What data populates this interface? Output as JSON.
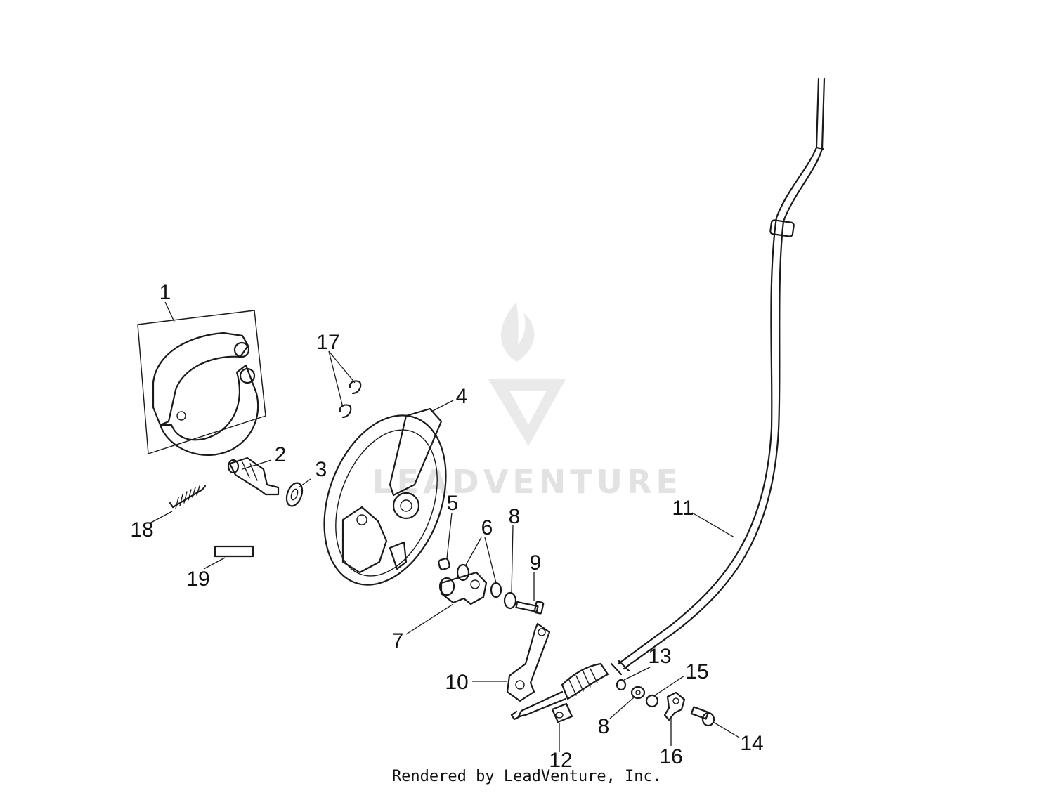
{
  "watermark": {
    "brand": "LEADVENTURE"
  },
  "callouts": [
    "1",
    "2",
    "3",
    "4",
    "5",
    "6",
    "7",
    "8",
    "9",
    "10",
    "11",
    "12",
    "13",
    "8",
    "15",
    "16",
    "14",
    "17",
    "18",
    "19"
  ],
  "footer": {
    "text": "Rendered by LeadVenture, Inc."
  }
}
